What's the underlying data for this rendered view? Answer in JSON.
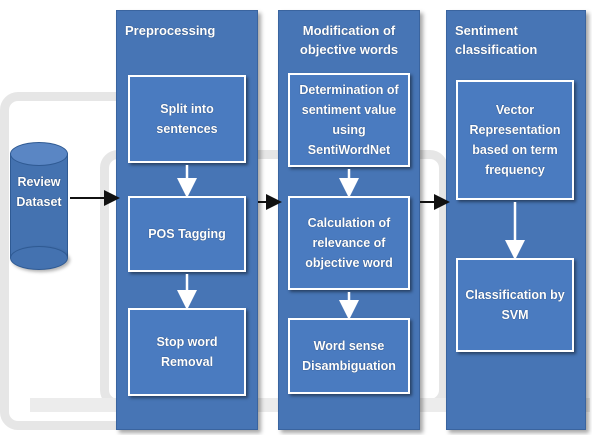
{
  "dataset": {
    "label_line1": "Review",
    "label_line2": "Dataset"
  },
  "panels": {
    "preprocessing": {
      "title": "Preprocessing",
      "steps": [
        {
          "line1": "Split into",
          "line2": "sentences"
        },
        {
          "line1": "POS Tagging"
        },
        {
          "line1": "Stop word",
          "line2": "Removal"
        }
      ]
    },
    "modification": {
      "title_line1": "Modification of",
      "title_line2": "objective words",
      "steps": [
        {
          "line1": "Determination of",
          "line2": "sentiment value",
          "line3": "using SentiWordNet"
        },
        {
          "line1": "Calculation of",
          "line2": "relevance of",
          "line3": "objective word"
        },
        {
          "line1": "Word sense",
          "line2": "Disambiguation"
        }
      ]
    },
    "classification": {
      "title_line1": "Sentiment",
      "title_line2": "classification",
      "steps": [
        {
          "line1": "Vector",
          "line2": "Representation",
          "line3": "based on term",
          "line4": "frequency"
        },
        {
          "line1": "Classification by",
          "line2": "SVM"
        }
      ]
    }
  },
  "colors": {
    "panel": "#4775b5",
    "box": "#4a7bc0",
    "arrow": "#ffffff",
    "connector": "#111111"
  }
}
